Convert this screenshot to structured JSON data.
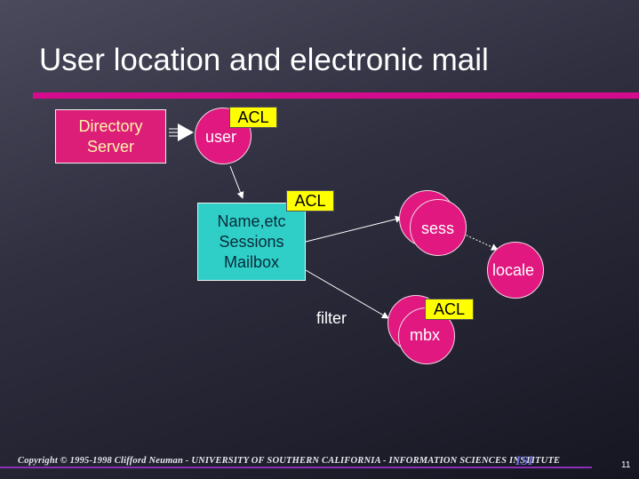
{
  "slide": {
    "title": "User location and electronic mail",
    "page_number": "11",
    "footer": "Copyright © 1995-1998 Clifford Neuman - UNIVERSITY OF SOUTHERN CALIFORNIA - INFORMATION SCIENCES INSTITUTE",
    "footer_logo": "ISI"
  },
  "diagram": {
    "nodes": {
      "directory_server": "Directory\nServer",
      "user": "user",
      "name_box": "Name,etc\nSessions\nMailbox",
      "sess": "sess",
      "locale": "locale",
      "mbx": "mbx"
    },
    "acl_labels": {
      "user": "ACL",
      "name_box": "ACL",
      "mbx": "ACL"
    },
    "edge_labels": {
      "filter": "filter"
    }
  },
  "colors": {
    "title_rule": "#d40b8c",
    "node_fill": "#e0187f",
    "directory_box": "#dc1e79",
    "directory_text": "#fff7a8",
    "name_box": "#2fcfc8",
    "acl_tag": "#ffff00",
    "footer_line": "#8c2fb8"
  }
}
